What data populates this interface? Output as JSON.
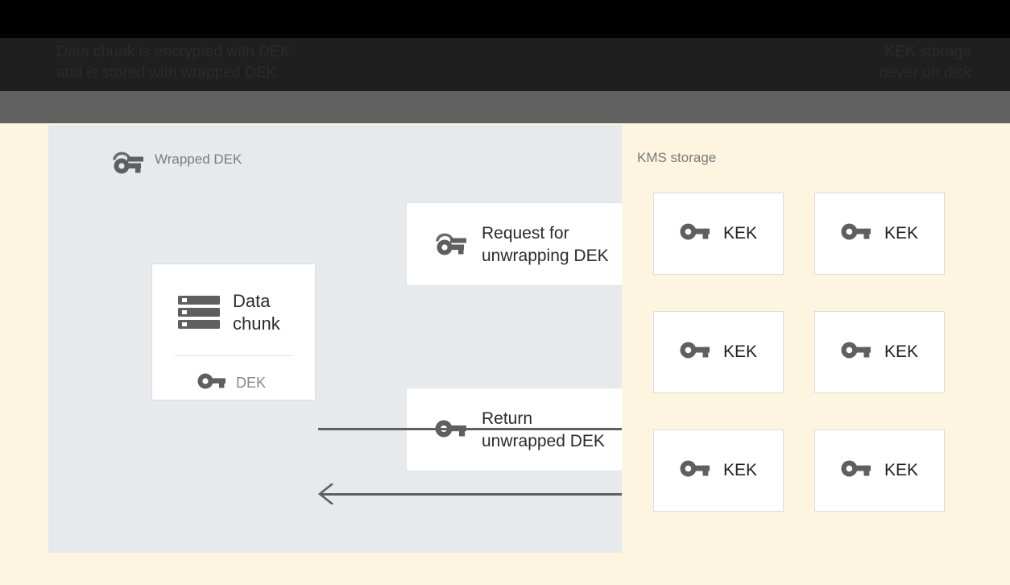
{
  "header": {
    "left_text": "Data chunk is encrypted with DEK\nand is stored with wrapped DEK",
    "right_text": "KEK storage\nnever on disk"
  },
  "client_panel": {
    "title": "Wrapped DEK",
    "title_icon": "wrapped-key-icon",
    "data_chunk_card": {
      "icon": "database-icon",
      "label": "Data\nchunk",
      "key_icon": "key-icon",
      "key_label": "DEK"
    },
    "messages": [
      {
        "id": "request",
        "icon": "wrapped-key-icon",
        "label": "Request for\nunwrapping DEK"
      },
      {
        "id": "return",
        "icon": "key-icon",
        "label": "Return\nunwrapped DEK"
      }
    ],
    "arrows": [
      {
        "id": "to-kms",
        "direction": "right",
        "head": "solid"
      },
      {
        "id": "from-kms",
        "direction": "left",
        "head": "chevron"
      }
    ]
  },
  "kms_panel": {
    "title": "KMS storage",
    "keks": [
      {
        "icon": "key-icon",
        "label": "KEK"
      },
      {
        "icon": "key-icon",
        "label": "KEK"
      },
      {
        "icon": "key-icon",
        "label": "KEK"
      },
      {
        "icon": "key-icon",
        "label": "KEK"
      },
      {
        "icon": "key-icon",
        "label": "KEK"
      },
      {
        "icon": "key-icon",
        "label": "KEK"
      }
    ]
  },
  "colors": {
    "page_background": "#fdf5e0",
    "client_panel": "#e7eaed",
    "card": "#ffffff",
    "card_border": "#dcdcdc",
    "icon_grey": "#5f5f5f",
    "muted_text": "#7b7b7b",
    "body_text": "#2b2b2b",
    "grey_band": "#616161",
    "top_dark": "#1f1f1f",
    "shadow_band": "#dedede"
  }
}
